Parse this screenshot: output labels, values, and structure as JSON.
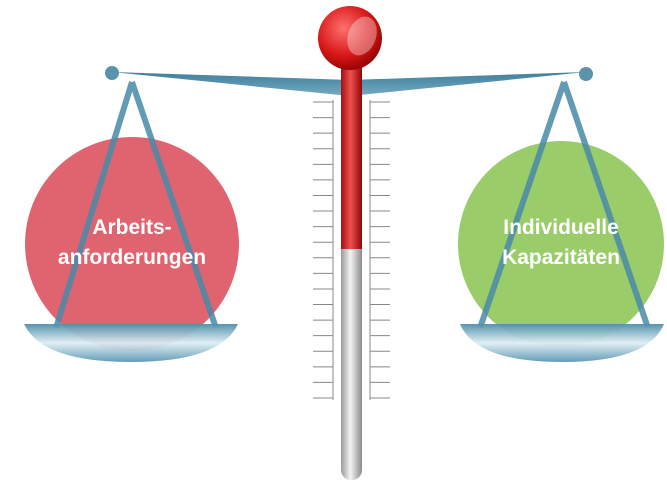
{
  "left_circle": {
    "label_line1": "Arbeits-",
    "label_line2": "anforderungen",
    "color": "#e06470"
  },
  "right_circle": {
    "label_line1": "Individuelle",
    "label_line2": "Kapazitäten",
    "color": "#9acd6a"
  },
  "thermometer": {
    "mercury_color": "#d42020",
    "tube_color": "#c8c8c8",
    "fill_level": 0.55
  },
  "beam_color": "#4a8aa8",
  "tick_count": 20
}
